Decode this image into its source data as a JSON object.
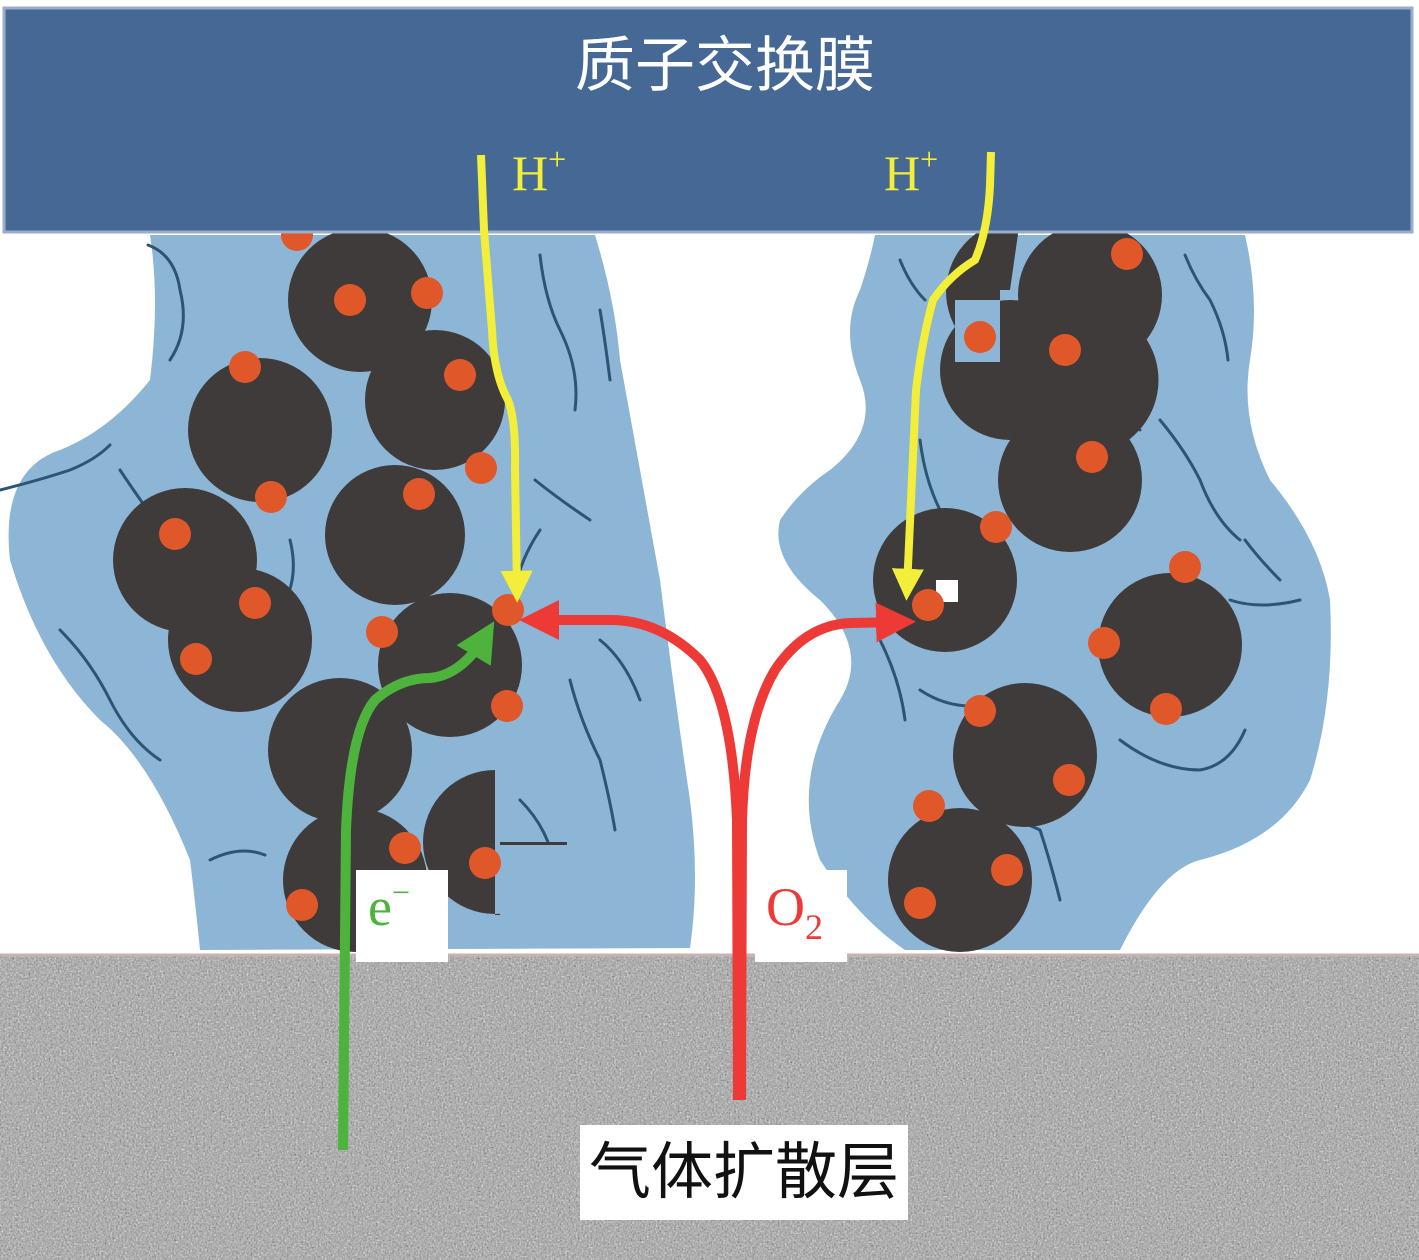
{
  "membrane": {
    "label": "质子交换膜",
    "color": "#456895"
  },
  "gas_diffusion_layer": {
    "label": "气体扩散层",
    "color": "#9a9a9a"
  },
  "ionomer": {
    "color": "#8db6d6",
    "chain_color": "#2b5573"
  },
  "carbon": {
    "color": "#3f3b3a"
  },
  "platinum": {
    "color": "#e0582a"
  },
  "species": {
    "proton_left": {
      "base": "H",
      "sup": "+",
      "color": "#f2ee3a"
    },
    "proton_right": {
      "base": "H",
      "sup": "+",
      "color": "#f2ee3a"
    },
    "electron": {
      "base": "e",
      "sup": "−",
      "color": "#4db33d"
    },
    "oxygen": {
      "base": "O",
      "sub": "2",
      "color": "#ee3a36"
    }
  },
  "icons": [
    "proton-path-arrow",
    "electron-path-arrow",
    "oxygen-path-arrow"
  ]
}
